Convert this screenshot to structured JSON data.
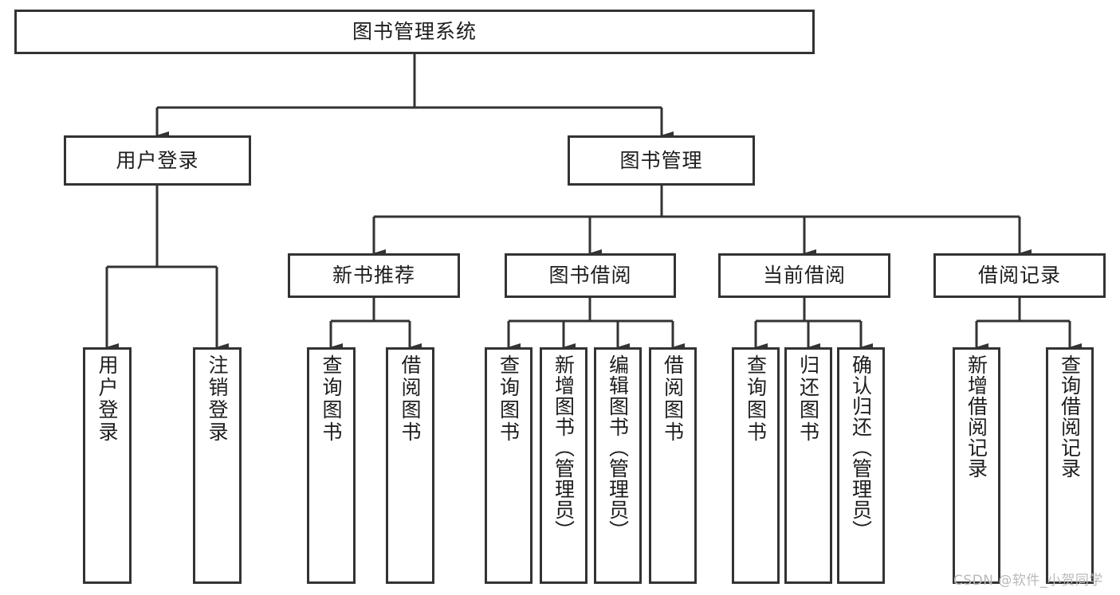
{
  "diagram": {
    "type": "tree",
    "title": "图书管理系统",
    "orientation": "top-down",
    "colors": {
      "background": "#ffffff",
      "box_border": "#333333",
      "box_fill": "#ffffff",
      "edge": "#333333",
      "text": "#1d1d1d",
      "watermark": "#b9b9b9"
    }
  },
  "nodes": {
    "root": {
      "label": "图书管理系统"
    },
    "level1": [
      {
        "id": "user-login",
        "label": "用户登录"
      },
      {
        "id": "book-management",
        "label": "图书管理"
      }
    ],
    "level2": [
      {
        "id": "new-book-recommend",
        "label": "新书推荐"
      },
      {
        "id": "book-borrow",
        "label": "图书借阅"
      },
      {
        "id": "current-borrow",
        "label": "当前借阅"
      },
      {
        "id": "borrow-record",
        "label": "借阅记录"
      }
    ],
    "leaves": {
      "user_login": [
        {
          "id": "leaf-user-login",
          "label": "用户登录"
        },
        {
          "id": "leaf-logout",
          "label": "注销登录"
        }
      ],
      "new_book_recommend": [
        {
          "id": "leaf-query-book-1",
          "label": "查询图书"
        },
        {
          "id": "leaf-borrow-book-1",
          "label": "借阅图书"
        }
      ],
      "book_borrow": [
        {
          "id": "leaf-query-book-2",
          "label": "查询图书"
        },
        {
          "id": "leaf-add-book",
          "label": "新增图书（管理员）"
        },
        {
          "id": "leaf-edit-book",
          "label": "编辑图书（管理员）"
        },
        {
          "id": "leaf-borrow-book-2",
          "label": "借阅图书"
        }
      ],
      "current_borrow": [
        {
          "id": "leaf-query-book-3",
          "label": "查询图书"
        },
        {
          "id": "leaf-return-book",
          "label": "归还图书"
        },
        {
          "id": "leaf-confirm-return",
          "label": "确认归还（管理员）"
        }
      ],
      "borrow_record": [
        {
          "id": "leaf-add-record",
          "label": "新增借阅记录"
        },
        {
          "id": "leaf-query-record",
          "label": "查询借阅记录"
        }
      ]
    }
  },
  "watermark": {
    "text": "CSDN @软件_小贺同学"
  }
}
